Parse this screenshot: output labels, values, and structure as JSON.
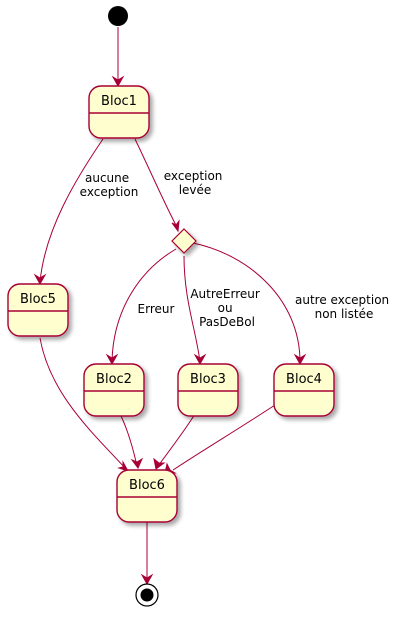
{
  "colors": {
    "state_fill": "#FEFECE",
    "state_border": "#A80036",
    "edge": "#A80036",
    "start_end": "#000000",
    "shadow": "#c8c8c8"
  },
  "states": {
    "bloc1": "Bloc1",
    "bloc2": "Bloc2",
    "bloc3": "Bloc3",
    "bloc4": "Bloc4",
    "bloc5": "Bloc5",
    "bloc6": "Bloc6"
  },
  "edge_labels": {
    "aucune_exception": [
      "aucune",
      "exception"
    ],
    "exception_levee": [
      "exception",
      "levée"
    ],
    "erreur": [
      "Erreur"
    ],
    "autre_erreur": [
      "AutreErreur",
      "ou",
      "PasDeBol"
    ],
    "autre_exception": [
      "autre exception",
      "non listée"
    ]
  },
  "icons": {
    "initial": "initial-state-dot",
    "final": "final-state-bullseye",
    "choice": "choice-diamond"
  }
}
